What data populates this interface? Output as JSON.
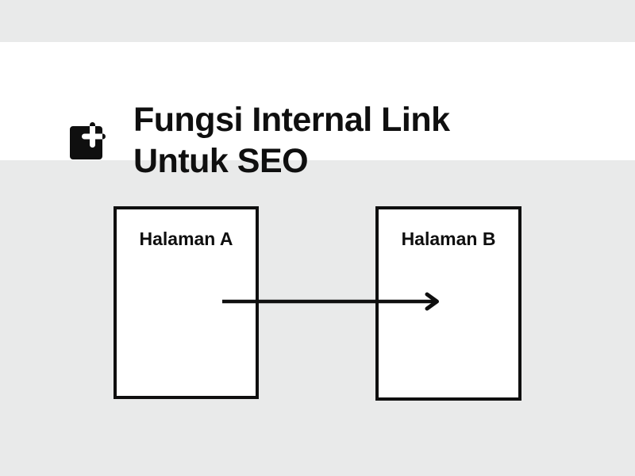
{
  "canvas": {
    "background_color": "#E9EAEA",
    "banner_color": "#FFFFFF",
    "ink_color": "#0F0F0F"
  },
  "header": {
    "logo_icon": "square-plus-icon",
    "title_line1": "Fungsi Internal Link",
    "title_line2": "Untuk SEO"
  },
  "diagram": {
    "source_box_label": "Halaman A",
    "target_box_label": "Halaman B",
    "connector": {
      "type": "arrow",
      "direction": "left-to-right",
      "from": "Halaman A",
      "to": "Halaman B"
    }
  }
}
